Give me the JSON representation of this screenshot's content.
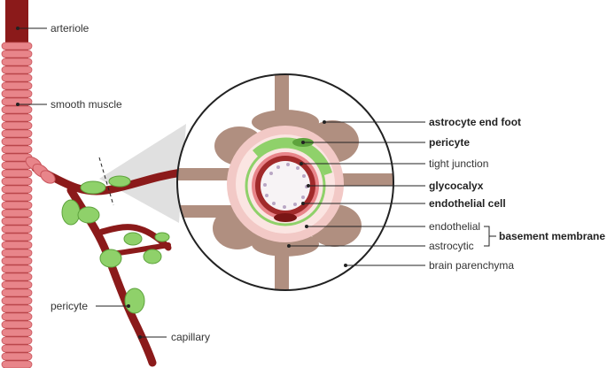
{
  "labels_left": {
    "arteriole": "arteriole",
    "smooth_muscle": "smooth muscle",
    "pericyte": "pericyte",
    "capillary": "capillary"
  },
  "labels_right": {
    "astrocyte_end_foot": "astrocyte end foot",
    "pericyte": "pericyte",
    "tight_junction": "tight junction",
    "glycocalyx": "glycocalyx",
    "endothelial_cell": "endothelial cell",
    "endothelial": "endothelial",
    "astrocytic": "astrocytic",
    "basement_membrane": "basement membrane",
    "brain_parenchyma": "brain parenchyma"
  },
  "colors": {
    "muscle": "#e8858a",
    "vessel": "#8b1a1a",
    "pericyte": "#8fd16a",
    "astrocyte": "#b08f80",
    "zoom_fill": "#e0e0e0"
  }
}
